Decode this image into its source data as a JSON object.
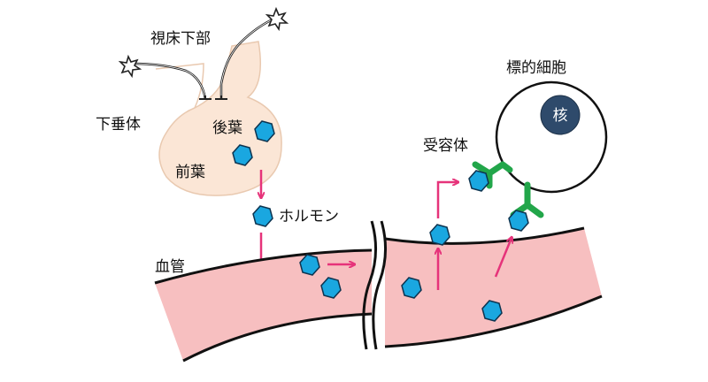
{
  "labels": {
    "hypothalamus": "視床下部",
    "pituitary": "下垂体",
    "posterior_lobe": "後葉",
    "anterior_lobe": "前葉",
    "hormone": "ホルモン",
    "blood_vessel": "血管",
    "receptor": "受容体",
    "target_cell": "標的細胞",
    "nucleus": "核"
  },
  "colors": {
    "hormone_fill": "#1AA7E0",
    "vessel_fill": "#F7BFC0",
    "arrow": "#E6337A",
    "receptor": "#22A64A",
    "nucleus": "#2E4A6B",
    "gland_fill": "#FBE6D6",
    "gland_stroke": "#E9C9B0"
  },
  "icons": [
    "neuron-icon",
    "hormone-hexagon-icon",
    "receptor-icon",
    "vessel-break-icon"
  ]
}
